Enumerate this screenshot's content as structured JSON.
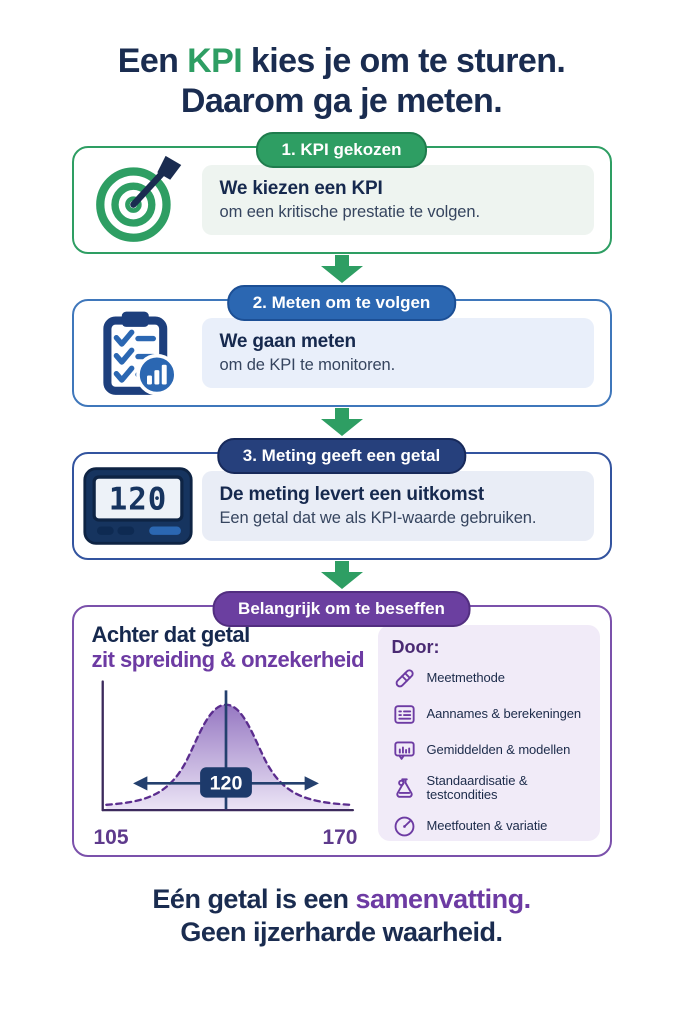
{
  "title": {
    "part1": "Een ",
    "highlight": "KPI",
    "part2": " kies je om te sturen.",
    "line2": "Daarom ga je meten."
  },
  "steps": [
    {
      "badge": "1. KPI gekozen",
      "icon": "target-dart-icon",
      "heading": "We kiezen een KPI",
      "body": "om een kritische prestatie te volgen."
    },
    {
      "badge": "2. Meten om te volgen",
      "icon": "clipboard-checklist-icon",
      "heading": "We gaan meten",
      "body": "om de KPI te monitoren."
    },
    {
      "badge": "3. Meting geeft een getal",
      "icon": "digital-display-icon",
      "display_value": "120",
      "heading": "De meting levert een uitkomst",
      "body": "Een getal dat we als KPI-waarde gebruiken."
    }
  ],
  "insight": {
    "badge": "Belangrijk om te beseffen",
    "heading_line1": "Achter dat getal",
    "heading_line2": "zit spreiding & onzekerheid",
    "panel": {
      "title": "Door:",
      "items": [
        {
          "icon": "thermometer-icon",
          "label": "Meetmethode"
        },
        {
          "icon": "checklist-card-icon",
          "label": "Aannames & berekeningen"
        },
        {
          "icon": "chart-board-icon",
          "label": "Gemiddelden & modellen"
        },
        {
          "icon": "bell-flask-icon",
          "label": "Standaardisatie & testcondities"
        },
        {
          "icon": "gauge-icon",
          "label": "Meetfouten & variatie"
        }
      ]
    }
  },
  "chart_data": {
    "type": "area",
    "title": "Achter dat getal zit spreiding & onzekerheid",
    "curve": "normal-distribution",
    "center_label": "120",
    "x_tick_labels": [
      "105",
      "170"
    ],
    "x_range": [
      105,
      170
    ],
    "grid": false,
    "annotations": [
      "dashed bell curve outline",
      "vertical line at measured value",
      "double-headed spread arrow through value badge"
    ]
  },
  "footer": {
    "part1": "Eén getal is een ",
    "highlight": "samenvatting.",
    "line2": "Geen ijzerharde waarheid."
  },
  "colors": {
    "navy": "#1a2c50",
    "green": "#2e9e63",
    "blue": "#2b67b2",
    "indigo": "#26407c",
    "purple": "#6b3fa0",
    "purple_text": "#6d3ba3",
    "badge_navy": "#1d3a6b"
  }
}
